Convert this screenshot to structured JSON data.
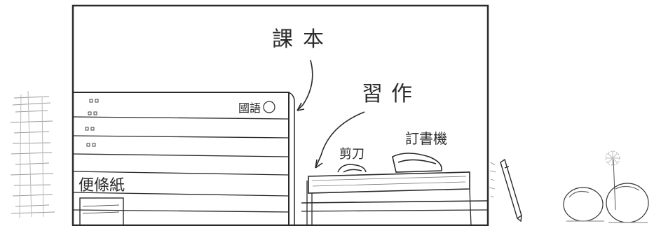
{
  "labels": {
    "textbook": "課本",
    "homework": "習作",
    "scissors": "剪刀",
    "stapler": "訂書機",
    "sticky_notes": "便條紙",
    "book_spine": "國語"
  },
  "colors": {
    "ink": "#2a2a2a",
    "paper": "#ffffff",
    "shade": "#8a8a8a"
  }
}
